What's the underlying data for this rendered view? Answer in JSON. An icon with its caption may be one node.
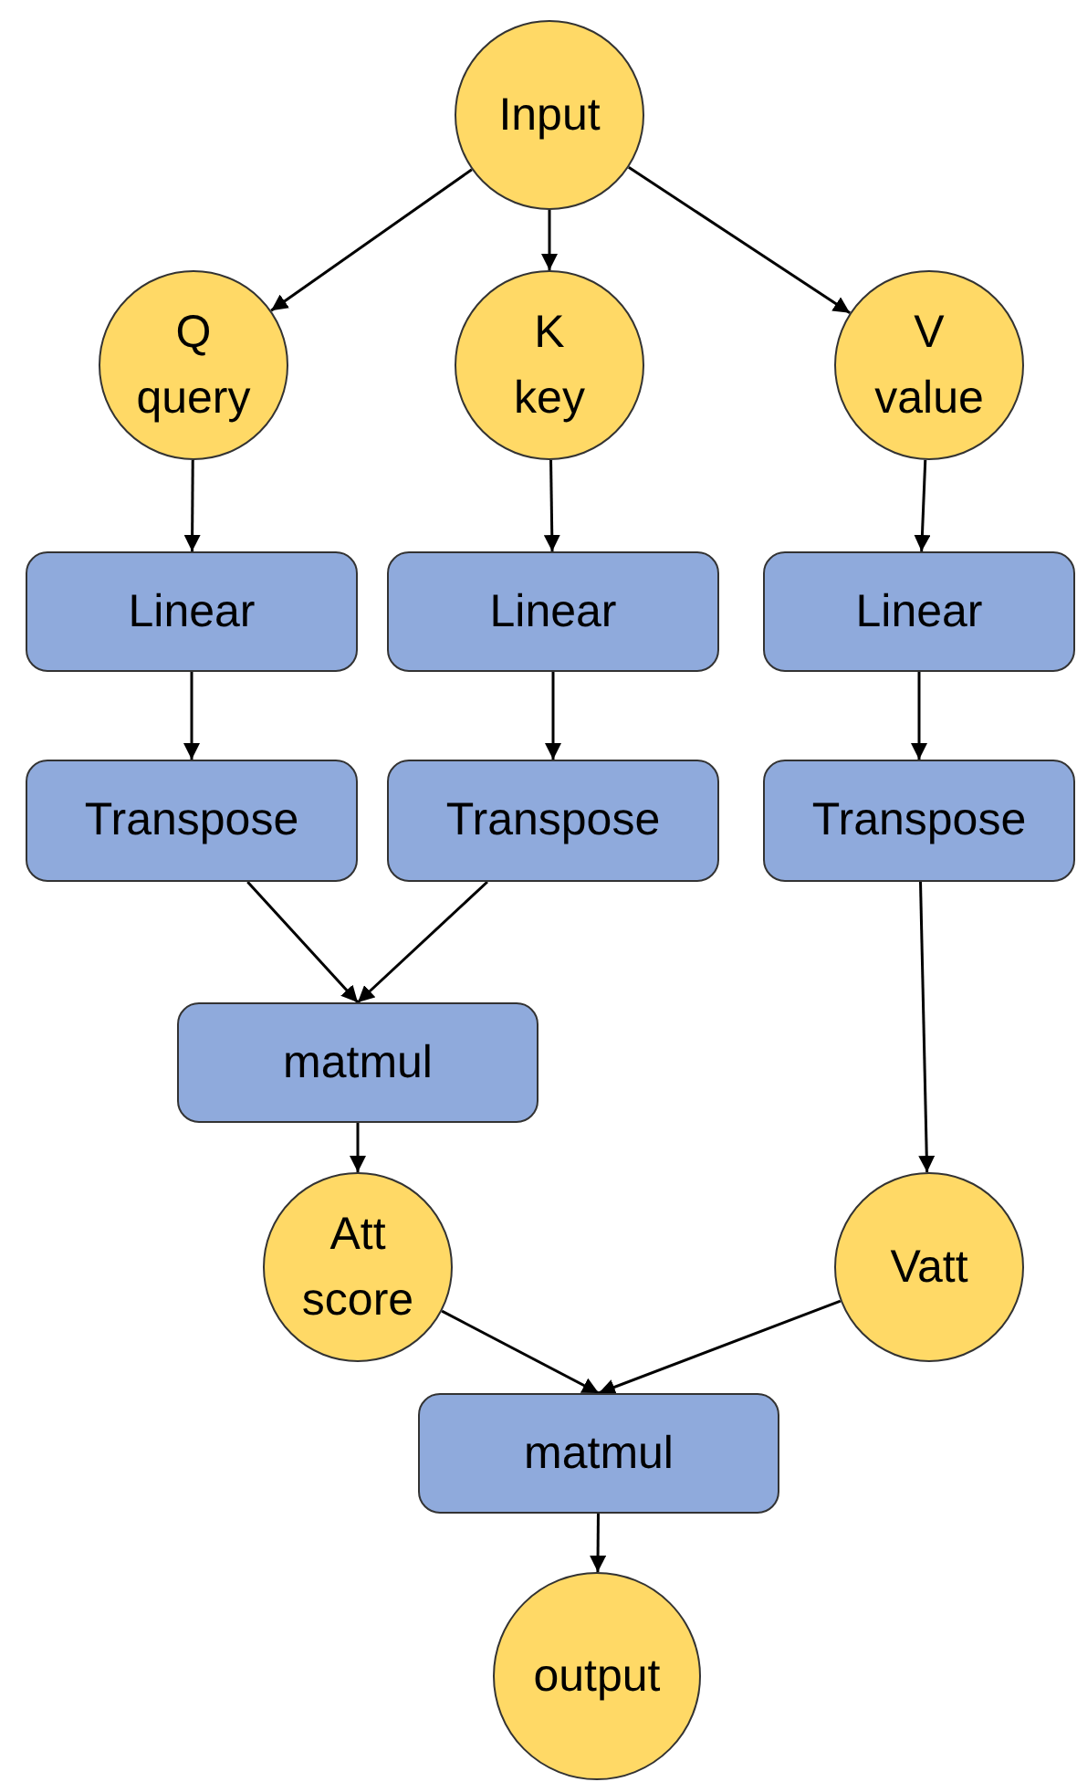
{
  "diagram": {
    "nodes": [
      {
        "text": [
          "Input"
        ]
      },
      {
        "text": [
          "Q",
          "query"
        ]
      },
      {
        "text": [
          "K",
          "key"
        ]
      },
      {
        "text": [
          "V",
          "value"
        ]
      },
      {
        "text": [
          "Linear"
        ]
      },
      {
        "text": [
          "Linear"
        ]
      },
      {
        "text": [
          "Linear"
        ]
      },
      {
        "text": [
          "Transpose"
        ]
      },
      {
        "text": [
          "Transpose"
        ]
      },
      {
        "text": [
          "Transpose"
        ]
      },
      {
        "text": [
          "matmul"
        ]
      },
      {
        "text": [
          "Att",
          "score"
        ]
      },
      {
        "text": [
          "Vatt"
        ]
      },
      {
        "text": [
          "matmul"
        ]
      },
      {
        "text": [
          "output"
        ]
      }
    ],
    "edges": [
      {
        "from": 0,
        "to": 1,
        "arrow": "to"
      },
      {
        "from": 0,
        "to": 2,
        "arrow": "to"
      },
      {
        "from": 0,
        "to": 3,
        "arrow": "to"
      },
      {
        "from": 1,
        "to": 4,
        "arrow": "to"
      },
      {
        "from": 2,
        "to": 5,
        "arrow": "to"
      },
      {
        "from": 3,
        "to": 6,
        "arrow": "to"
      },
      {
        "from": 4,
        "to": 7,
        "arrow": "to"
      },
      {
        "from": 5,
        "to": 8,
        "arrow": "to"
      },
      {
        "from": 6,
        "to": 9,
        "arrow": "to"
      },
      {
        "from": 7,
        "to": 10,
        "arrow": "to"
      },
      {
        "from": 8,
        "to": 10,
        "arrow": "to"
      },
      {
        "from": 9,
        "to": 12,
        "arrow": "to"
      },
      {
        "from": 10,
        "to": 11,
        "arrow": "to"
      },
      {
        "from": 11,
        "to": 13,
        "arrow": "to"
      },
      {
        "from": 12,
        "to": 13,
        "arrow": "to"
      },
      {
        "from": 13,
        "to": 14,
        "arrow": "to"
      }
    ]
  }
}
